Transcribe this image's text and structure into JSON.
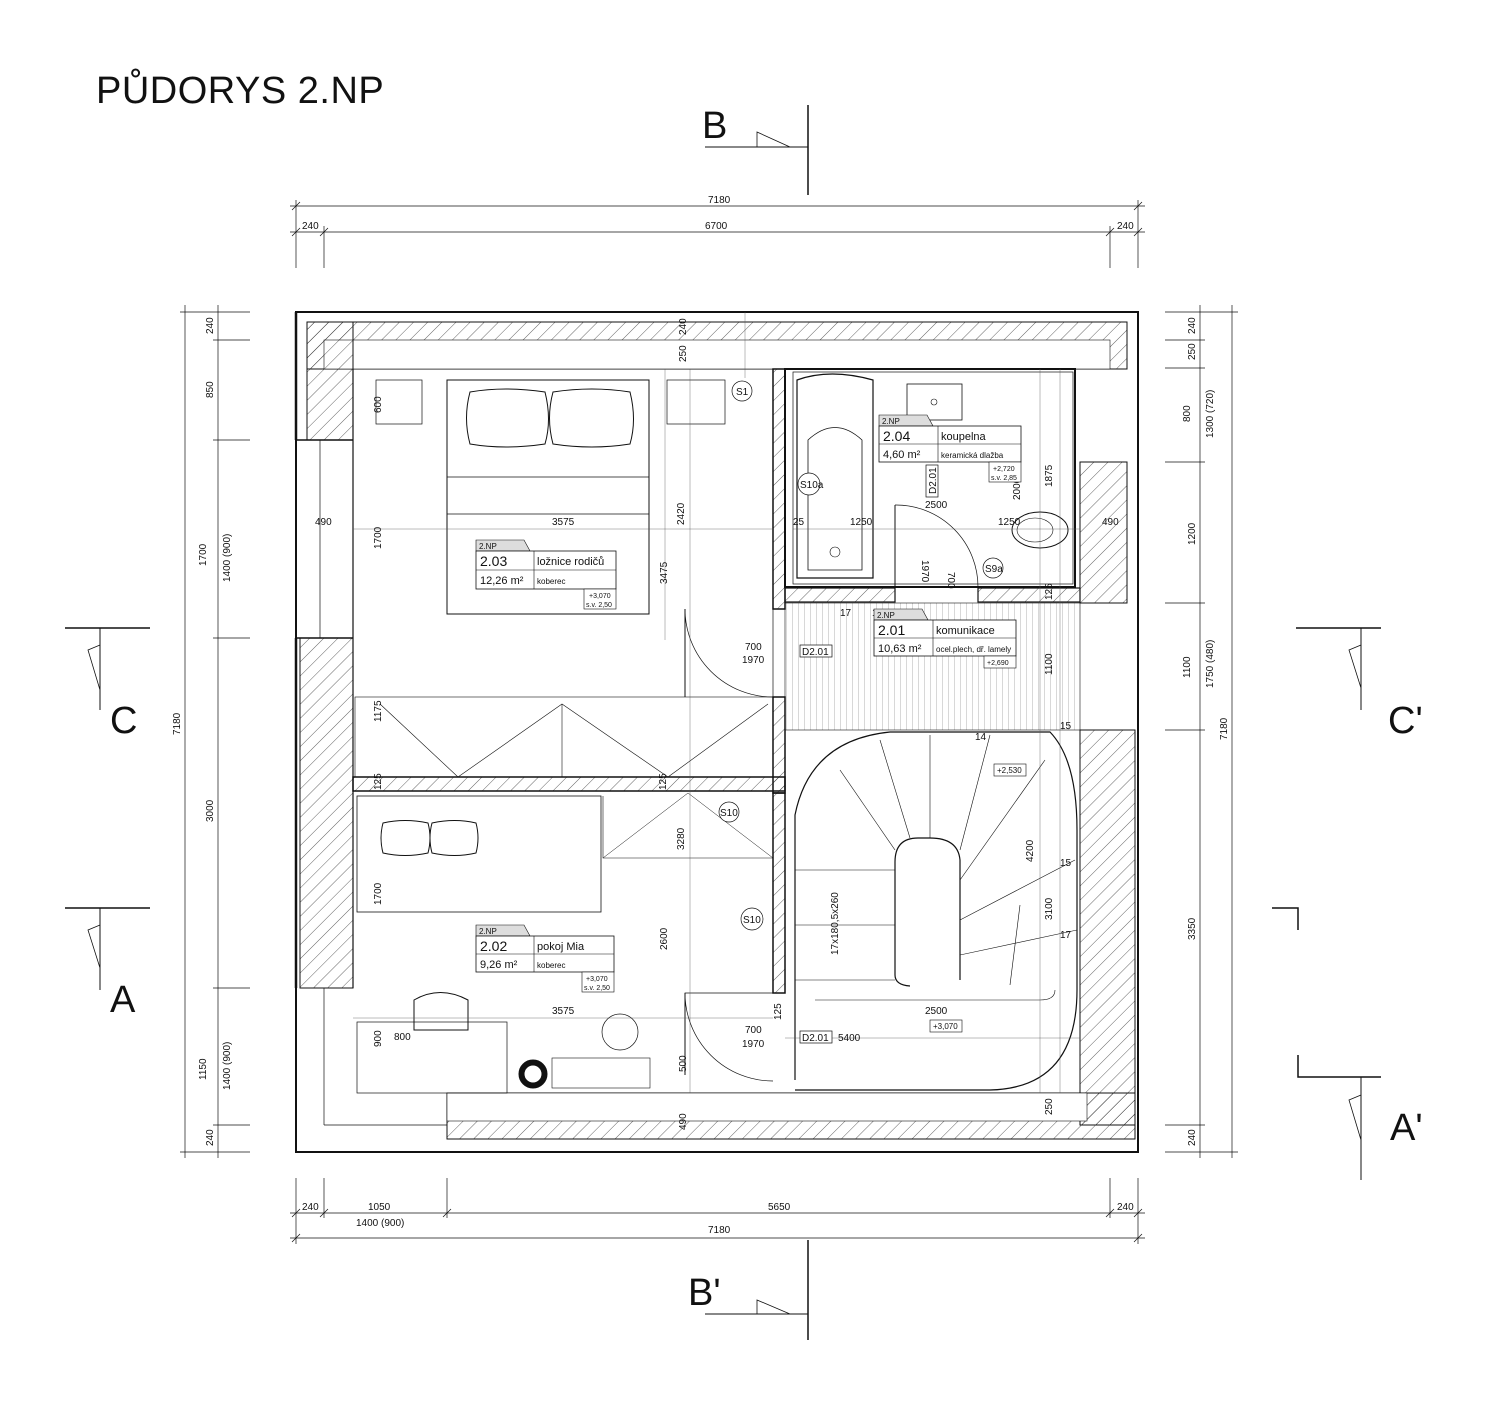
{
  "title": "PŮDORYS 2.NP",
  "sections": {
    "b": "B",
    "b_prime": "B'",
    "c": "C",
    "c_prime": "C'",
    "a": "A",
    "a_prime": "A'"
  },
  "dims": {
    "top_total": "7180",
    "top_left": "240",
    "top_mid": "6700",
    "top_right": "240",
    "bot_total": "7180",
    "bot_left": "240",
    "bot_a": "1050",
    "bot_a2": "1400 (900)",
    "bot_b": "5650",
    "bot_right": "240",
    "left_total": "7180",
    "left_1": "240",
    "left_2": "850",
    "left_3": "1700",
    "left_3b": "1400 (900)",
    "left_4": "3000",
    "left_5": "1150",
    "left_5b": "1400 (900)",
    "left_6": "240",
    "right_total": "7180",
    "right_1": "240",
    "right_2": "250",
    "right_3": "800",
    "right_3b": "1300 (720)",
    "right_4": "1200",
    "right_5": "1100",
    "right_5b": "1750 (480)",
    "right_6": "3350",
    "right_7": "240",
    "in_600": "600",
    "in_1700a": "1700",
    "in_490a": "490",
    "in_3575a": "3575",
    "in_2420": "2420",
    "in_3475": "3475",
    "in_1175": "1175",
    "in_125a": "125",
    "in_125b": "125",
    "in_1700b": "1700",
    "in_3280": "3280",
    "in_2600": "2600",
    "in_3575b": "3575",
    "in_900": "900",
    "in_800": "800",
    "in_500": "500",
    "in_490b": "490",
    "in_240": "240",
    "in_250a": "250",
    "in_2000": "2000",
    "in_1875": "1875",
    "in_2500a": "2500",
    "in_25": "25",
    "in_1250a": "1250",
    "in_1250b": "1250",
    "in_490c": "490",
    "in_700a": "700",
    "in_1970a": "1970",
    "in_700c": "700",
    "in_1970c": "1970",
    "in_17a": "17",
    "in_15a": "15",
    "in_1100": "1100",
    "in_125c": "125",
    "in_15b": "15",
    "in_14": "14",
    "in_4200": "4200",
    "in_15c": "15",
    "in_3100": "3100",
    "in_17b": "17",
    "in_stair": "17x180,5x260",
    "in_700b": "700",
    "in_1970b": "1970",
    "in_125d": "125",
    "in_5400": "5400",
    "in_2500b": "2500",
    "in_250b": "250"
  },
  "doors": {
    "d1": "D2.01",
    "d2": "D2.01",
    "d3": "D2.01"
  },
  "columns": {
    "s1": "S1",
    "s10a": "S10a",
    "s9a": "S9a",
    "s10": "S10",
    "s10b": "S10"
  },
  "levels": {
    "stair_mid": "+2,530",
    "landing": "+3,070"
  },
  "rooms": [
    {
      "floor": "2.NP",
      "num": "2.03",
      "name": "ložnice rodičů",
      "area": "12,26 m²",
      "finish": "koberec",
      "level": "+3,070",
      "height": "s.v. 2,50"
    },
    {
      "floor": "2.NP",
      "num": "2.04",
      "name": "koupelna",
      "area": "4,60 m²",
      "finish": "keramická dlažba",
      "level": "+2,720",
      "height": "s.v. 2,85"
    },
    {
      "floor": "2.NP",
      "num": "2.01",
      "name": "komunikace",
      "area": "10,63 m²",
      "finish": "ocel.plech, dř. lamely",
      "level": "+2,690",
      "height": ""
    },
    {
      "floor": "2.NP",
      "num": "2.02",
      "name": "pokoj Mia",
      "area": "9,26 m²",
      "finish": "koberec",
      "level": "+3,070",
      "height": "s.v. 2,50"
    }
  ],
  "icons": [
    "section-arrow-icon",
    "bed-icon",
    "pillow-icon",
    "bathtub-icon",
    "toilet-icon",
    "washbasin-icon",
    "chair-icon",
    "stove-icon",
    "spiral-stair-icon",
    "door-swing-icon"
  ]
}
